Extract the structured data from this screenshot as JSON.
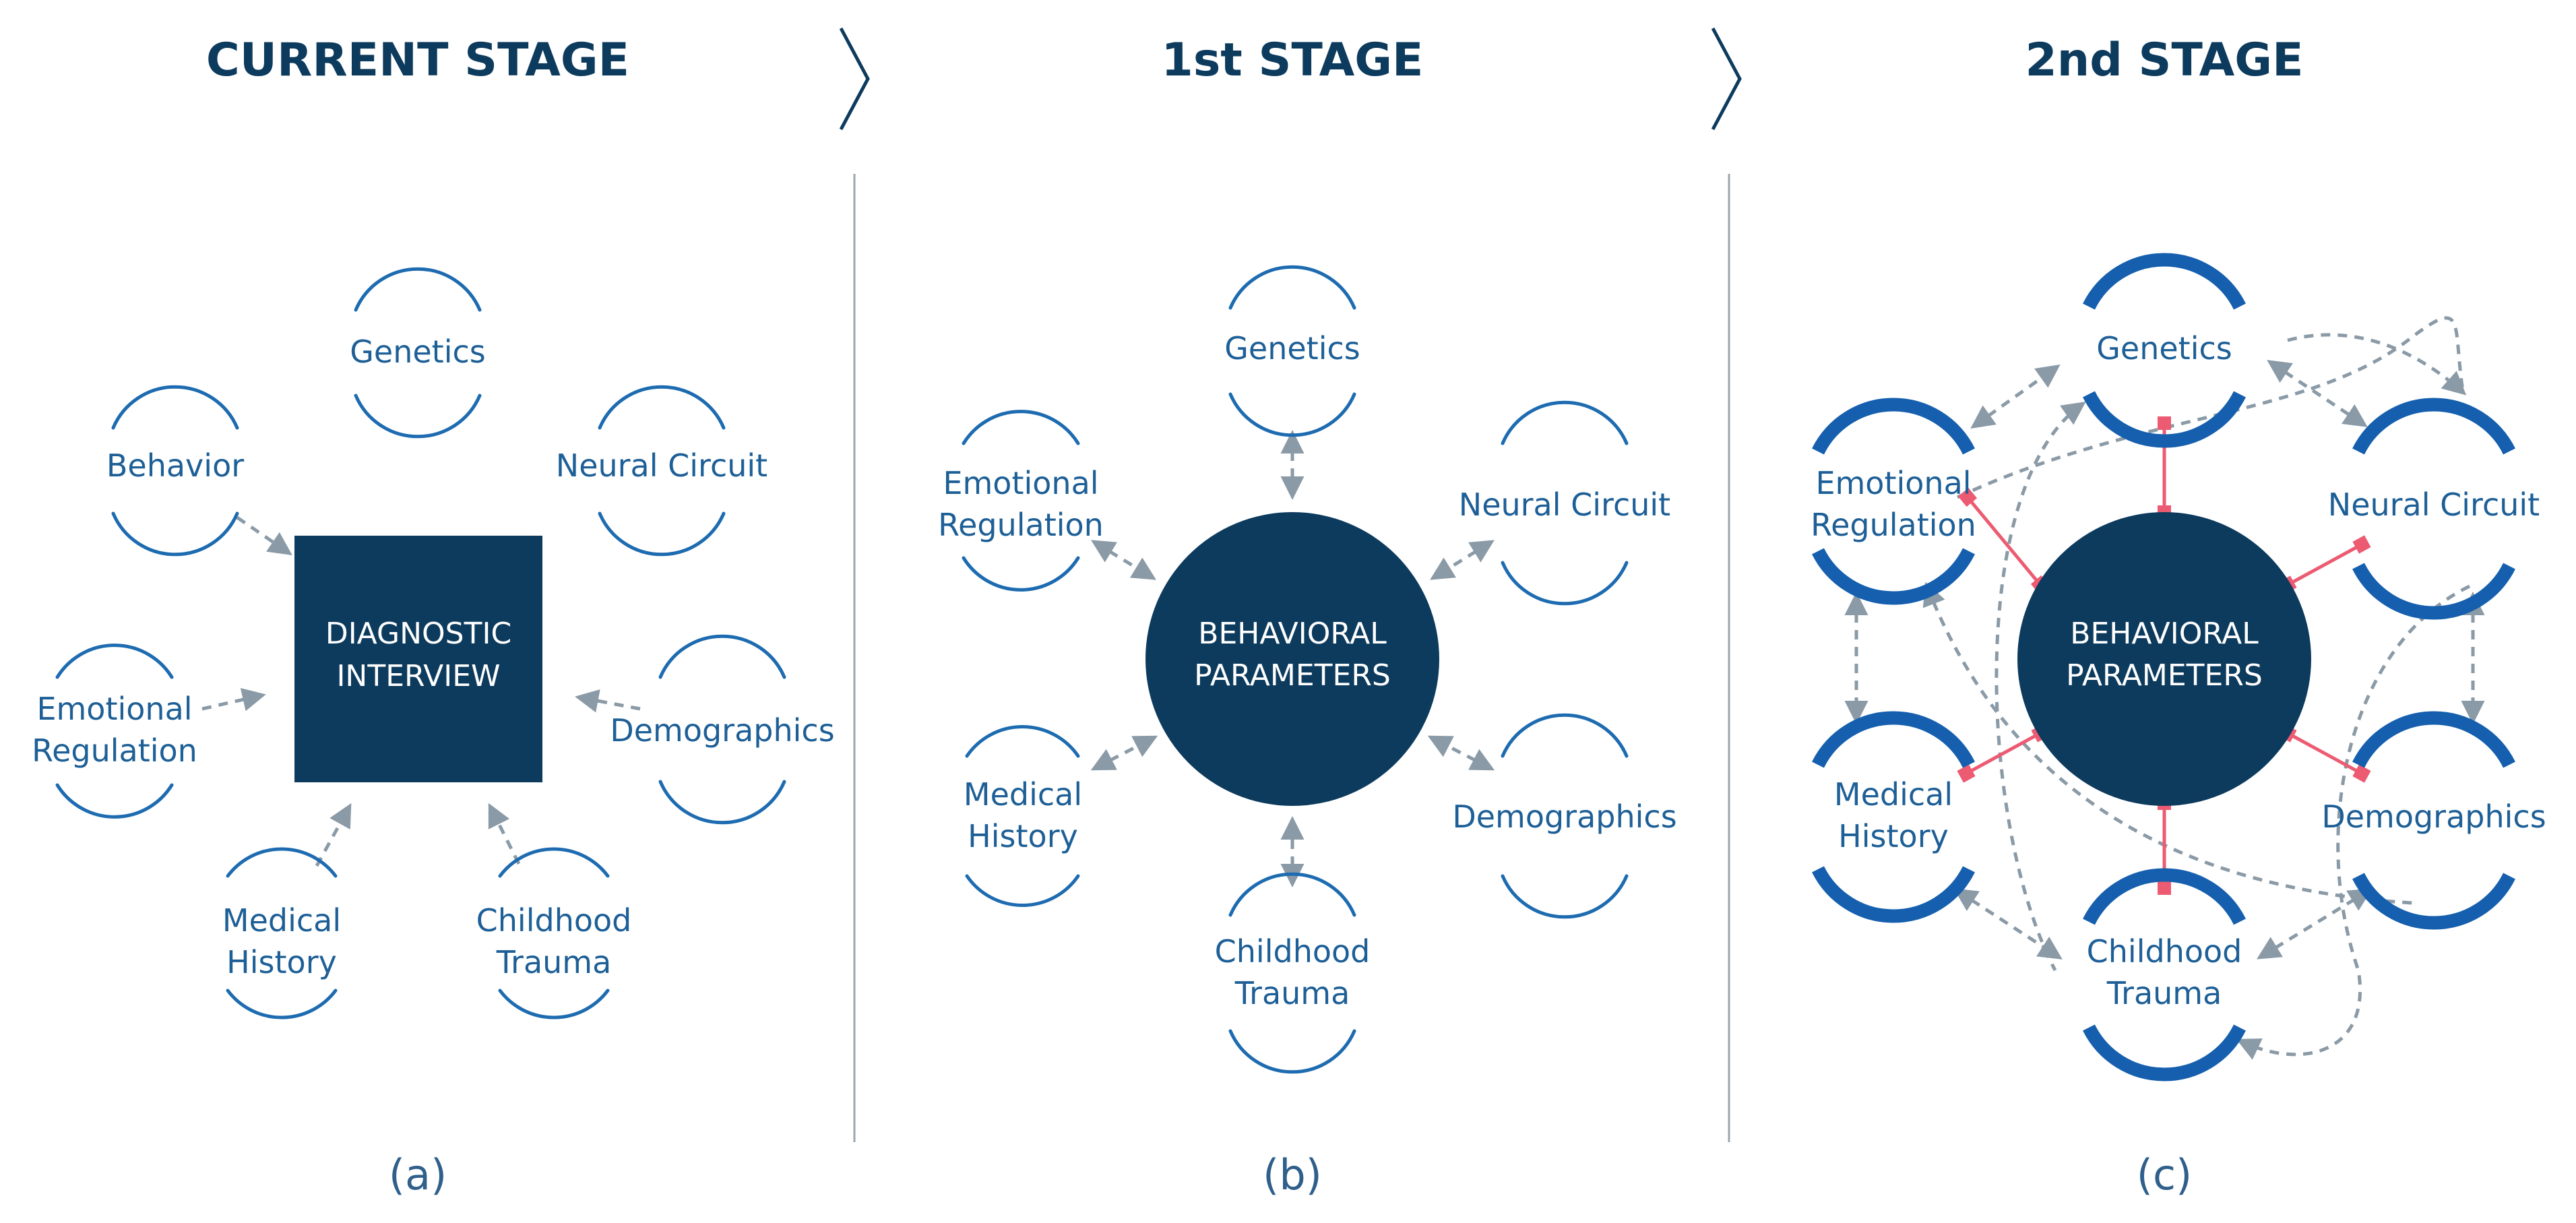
{
  "headings": {
    "current": "CURRENT STAGE",
    "first": "1st STAGE",
    "second": "2nd STAGE"
  },
  "panel_a": {
    "center": [
      "DIAGNOSTIC",
      "INTERVIEW"
    ],
    "caption": "(a)",
    "nodes": {
      "genetics": [
        "Genetics"
      ],
      "behavior": [
        "Behavior"
      ],
      "neural": [
        "Neural Circuit"
      ],
      "emotional": [
        "Emotional",
        "Regulation"
      ],
      "demographics": [
        "Demographics"
      ],
      "medical": [
        "Medical",
        "History"
      ],
      "childhood": [
        "Childhood",
        "Trauma"
      ]
    }
  },
  "panel_b": {
    "center": [
      "BEHAVIORAL",
      "PARAMETERS"
    ],
    "caption": "(b)",
    "nodes": {
      "genetics": [
        "Genetics"
      ],
      "emotional": [
        "Emotional",
        "Regulation"
      ],
      "neural": [
        "Neural Circuit"
      ],
      "medical": [
        "Medical",
        "History"
      ],
      "demographics": [
        "Demographics"
      ],
      "childhood": [
        "Childhood",
        "Trauma"
      ]
    }
  },
  "panel_c": {
    "center": [
      "BEHAVIORAL",
      "PARAMETERS"
    ],
    "caption": "(c)",
    "nodes": {
      "genetics": [
        "Genetics"
      ],
      "emotional": [
        "Emotional",
        "Regulation"
      ],
      "neural": [
        "Neural Circuit"
      ],
      "medical": [
        "Medical",
        "History"
      ],
      "demographics": [
        "Demographics"
      ],
      "childhood": [
        "Childhood",
        "Trauma"
      ]
    }
  },
  "colors": {
    "navy": "#0d3b5e",
    "node_blue": "#1d5f96",
    "strong_blue": "#155fae",
    "connector_gray": "#8a9aa6",
    "link_pink": "#ec5b72"
  }
}
